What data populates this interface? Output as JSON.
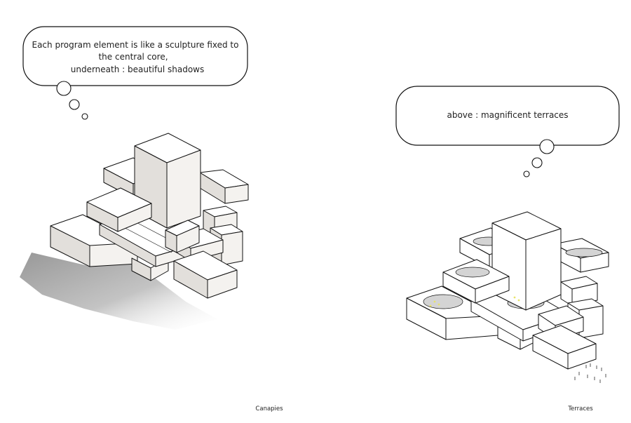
{
  "left_panel": {
    "bubble_lines": [
      "Each program element is like a sculpture fixed to",
      "the central core,",
      "underneath : beautiful shadows"
    ],
    "caption": "Canapies"
  },
  "right_panel": {
    "bubble_lines": [
      "above : magnificent terraces"
    ],
    "caption": "Terraces"
  },
  "colors": {
    "stroke": "#111111",
    "shadow": "#9a9a9a",
    "terrace_fill": "#d4d4d4",
    "plant_accent": "#e8e36a"
  }
}
